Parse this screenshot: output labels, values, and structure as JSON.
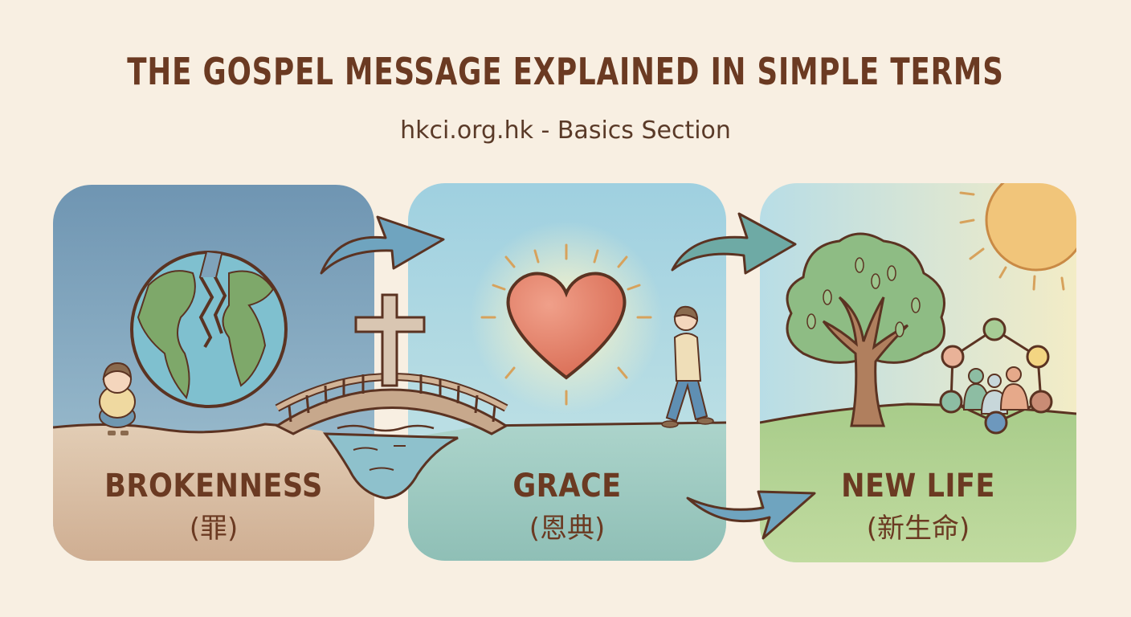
{
  "header": {
    "title": "THE GOSPEL MESSAGE EXPLAINED IN SIMPLE TERMS",
    "subtitle": "hkci.org.hk - Basics Section"
  },
  "panels": [
    {
      "id": "brokenness",
      "label_en": "BROKENNESS",
      "label_zh": "(罪)",
      "illustration": [
        "broken-globe-icon",
        "sad-child-icon"
      ],
      "colors": {
        "sky": "#7fa3bb",
        "ground": "#d9bfa4"
      }
    },
    {
      "id": "grace",
      "label_en": "GRACE",
      "label_zh": "(恩典)",
      "illustration": [
        "cross-icon",
        "bridge-icon",
        "river-icon",
        "glowing-heart-icon",
        "walking-person-icon"
      ],
      "colors": {
        "sky": "#a9d4df",
        "ground": "#a6cfc6"
      }
    },
    {
      "id": "new-life",
      "label_en": "NEW LIFE",
      "label_zh": "(新生命)",
      "illustration": [
        "tree-icon",
        "sun-icon",
        "community-network-icon"
      ],
      "colors": {
        "sky": "#d4e9ec",
        "ground": "#b9d598"
      }
    }
  ],
  "arrows": [
    {
      "from": "brokenness",
      "to": "grace"
    },
    {
      "from": "grace",
      "to": "new-life"
    },
    {
      "from": "grace",
      "to": "new-life"
    }
  ],
  "theme": {
    "background": "#f8efe2",
    "ink": "#5b3322",
    "title_color": "#6b3a22",
    "arrow_fill": "#6ea5b8"
  }
}
